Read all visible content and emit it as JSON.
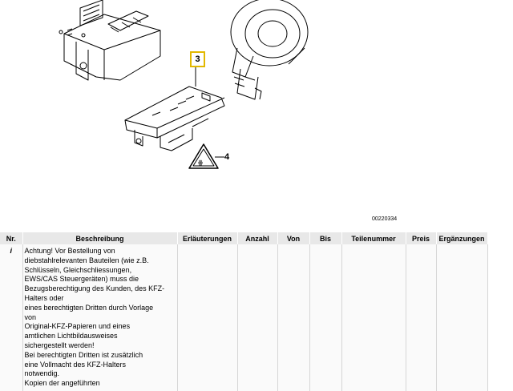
{
  "diagram": {
    "callouts": [
      "3",
      "4"
    ],
    "image_code": "00220334"
  },
  "table": {
    "headers": [
      "Nr.",
      "Beschreibung",
      "Erläuterungen",
      "Anzahl",
      "Von",
      "Bis",
      "Teilenummer",
      "Preis",
      "Ergänzungen"
    ],
    "rows": [
      {
        "nr": "i",
        "description_lines": [
          "Achtung! Vor Bestellung von",
          "diebstahlrelevanten Bauteilen (wie z.B.",
          "Schlüsseln, Gleichschliessungen,",
          "EWS/CAS Steuergeräten) muss die",
          "Bezugsberechtigung des Kunden, des KFZ-",
          "Halters oder",
          "eines berechtigten Dritten durch Vorlage",
          "von",
          "Original-KFZ-Papieren und eines",
          "amtlichen Lichtbildausweises",
          "sichergestellt werden!",
          "Bei berechtigten Dritten ist zusätzlich",
          "eine Vollmacht des KFZ-Halters",
          "notwendig.",
          "Kopien der angeführten"
        ],
        "erlaeuterungen": "",
        "anzahl": "",
        "von": "",
        "bis": "",
        "teilenummer": "",
        "preis": "",
        "ergaenzungen": ""
      }
    ]
  }
}
